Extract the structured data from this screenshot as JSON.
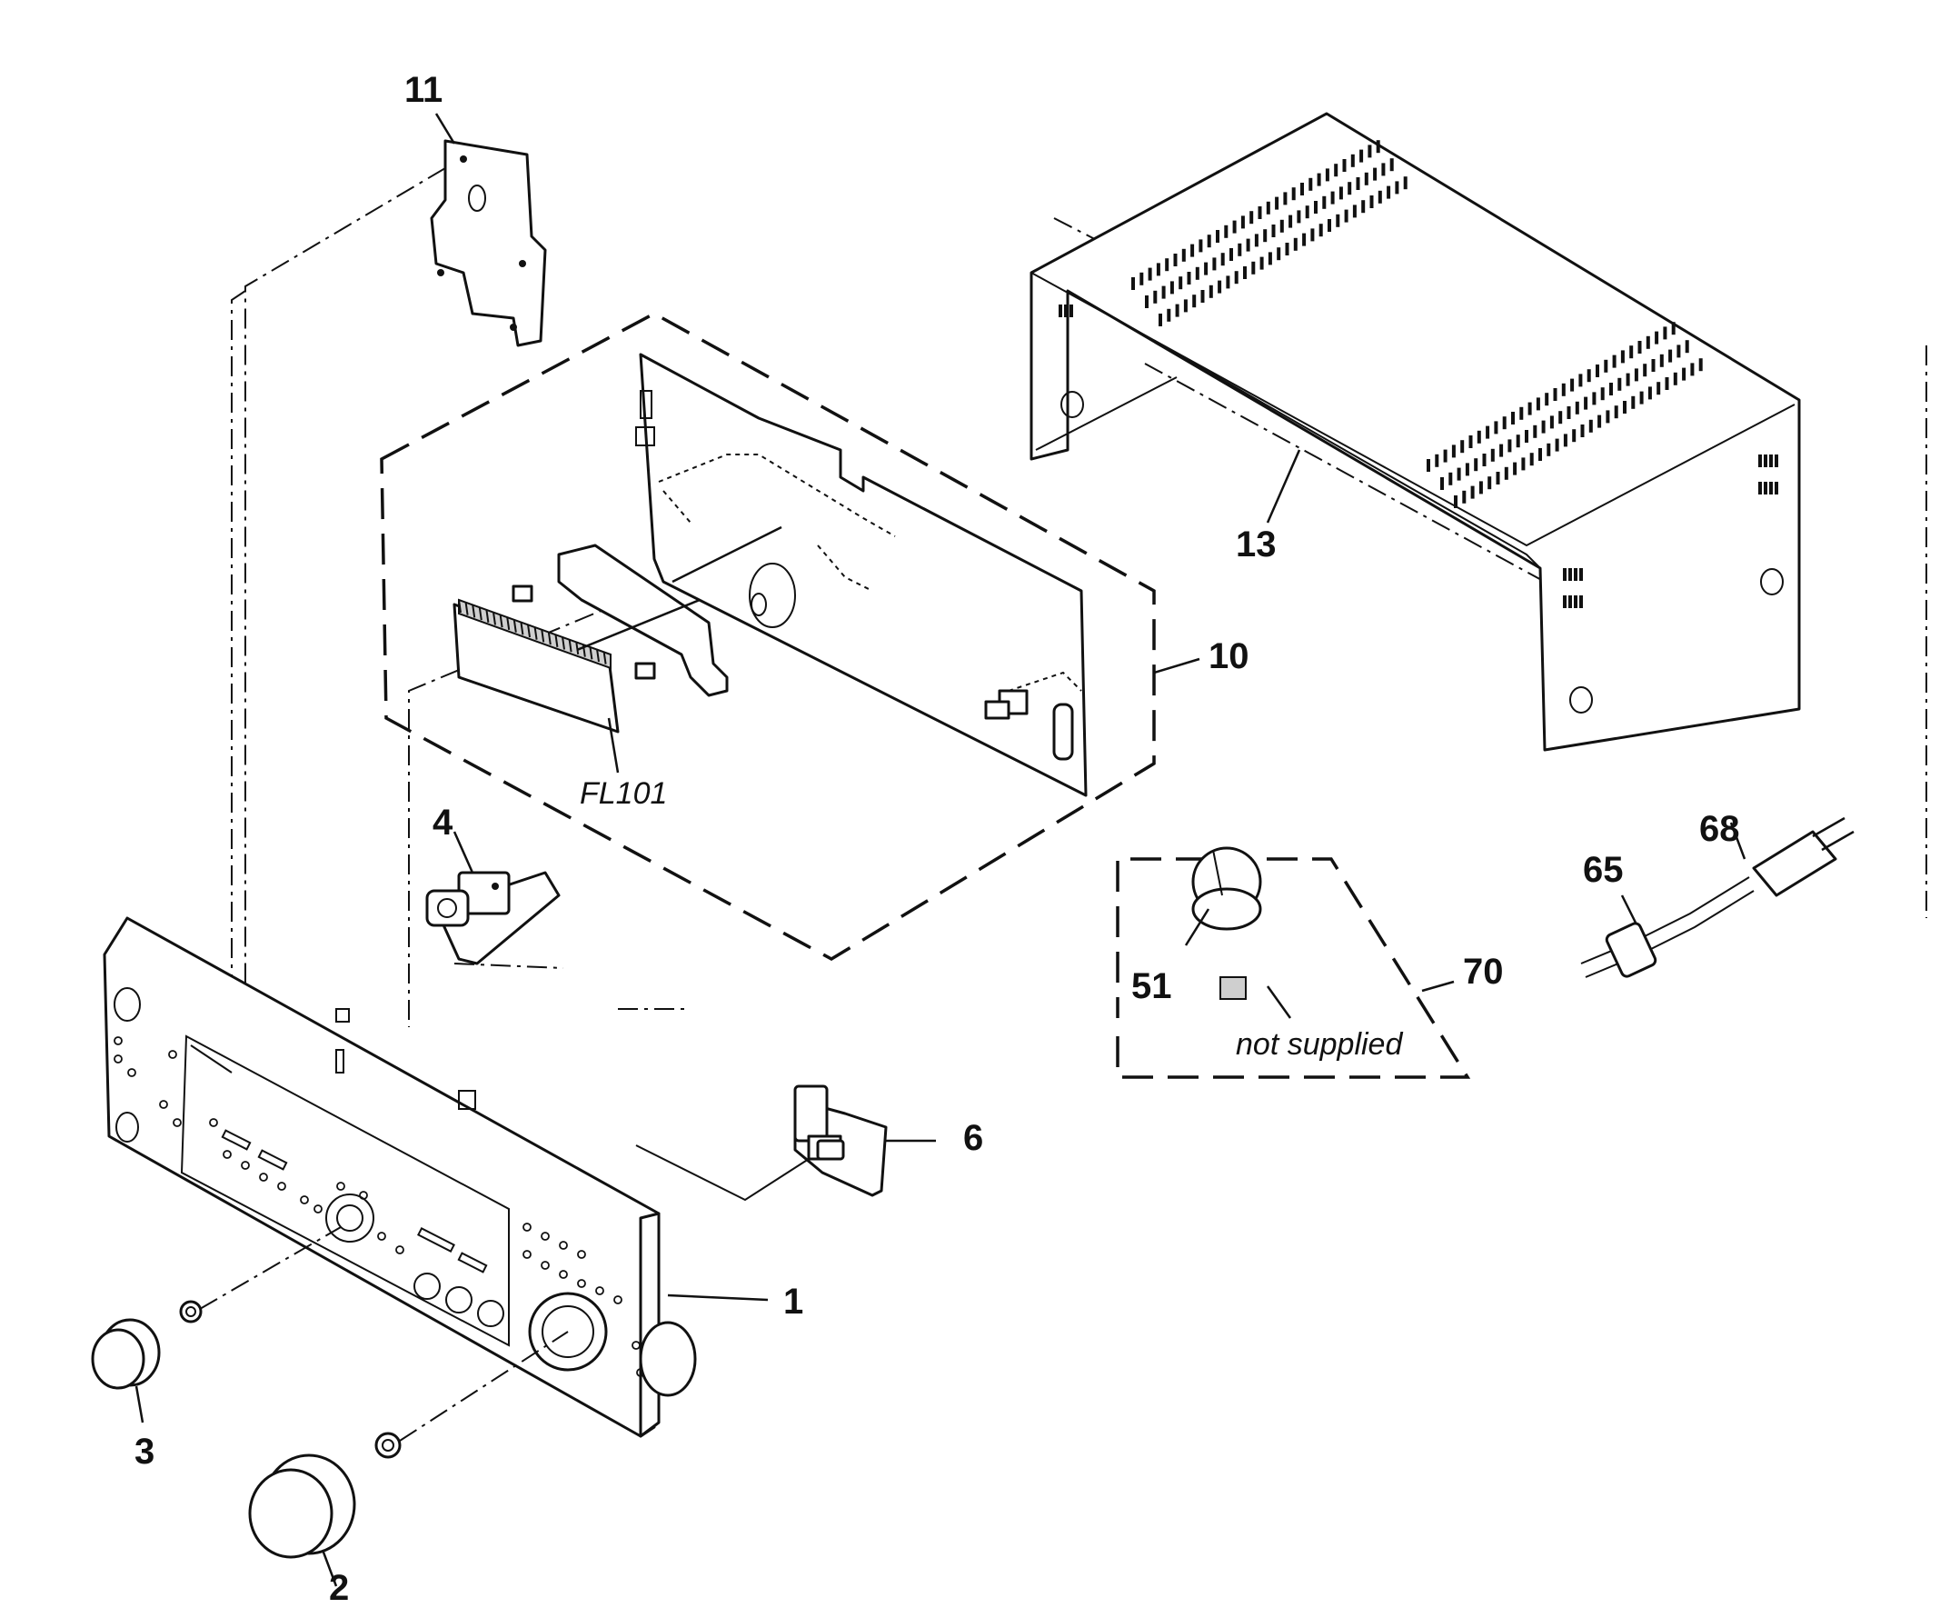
{
  "callouts": {
    "c1": "1",
    "c2": "2",
    "c3": "3",
    "c4": "4",
    "c6": "6",
    "c10": "10",
    "c11": "11",
    "c13": "13",
    "c51": "51",
    "c65": "65",
    "c68": "68",
    "c70": "70"
  },
  "annotations": {
    "fl101": "FL101",
    "not_supplied": "not supplied"
  }
}
